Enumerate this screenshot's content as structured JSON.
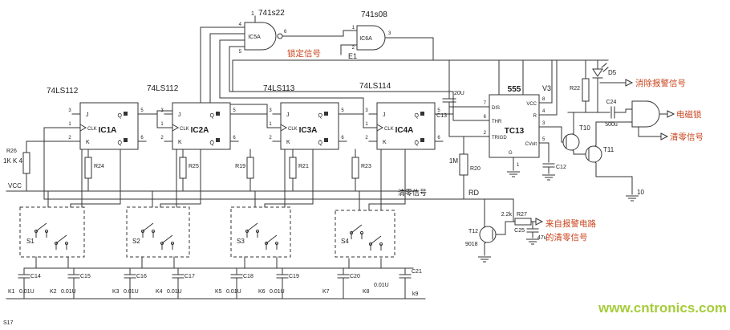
{
  "colors": {
    "wire": "#333333",
    "signal": "#c8441e",
    "watermark": "#a6cc3b"
  },
  "top": {
    "pin1": "1",
    "ic5_part": "741s22",
    "ic5_name": "IC5A",
    "ic5_pin_a": "4",
    "ic5_pin_b": "5",
    "ic5_pin_out": "6",
    "lock_signal": "锁定信号",
    "ic6_part": "741s08",
    "ic6_name": "IC6A",
    "ic6_pin_a": "1",
    "ic6_pin_b": "2",
    "ic6_pin_out": "3",
    "e1": "E1"
  },
  "ff": {
    "j": "J",
    "clk": "CLK",
    "k": "K",
    "q": "Q",
    "qb": "Q̄",
    "pin_left": [
      "3",
      "1",
      "2"
    ],
    "pin_right": [
      "5",
      "6"
    ],
    "list": [
      {
        "part": "74LS112",
        "name": "IC1A"
      },
      {
        "part": "74LS112",
        "name": "IC2A"
      },
      {
        "part": "74LS113",
        "name": "IC3A"
      },
      {
        "part": "74LS114",
        "name": "IC4A"
      }
    ]
  },
  "timer": {
    "part": "555",
    "name": "TC13",
    "v3": "V3",
    "pins": {
      "dis": "DIS",
      "thr": "THR",
      "trig": "TRIGD",
      "vcc": "VCC",
      "r": "R",
      "cvolt": "CVolt",
      "g": "G"
    },
    "nums": {
      "dis": "7",
      "thr": "6",
      "trig": "2",
      "vcc": "8",
      "r": "4",
      "out": "3",
      "cvolt": "5",
      "g": "1"
    },
    "c13": "C13",
    "c13_val": "20U",
    "c12": "C12",
    "r20": "R20",
    "r20_val": "1M"
  },
  "right": {
    "d5": "D5",
    "r22": "R22",
    "t10": "T10",
    "t11": "T11",
    "clear_alarm": "消除报警信号",
    "maglock": "电磁锁",
    "reset": "清零信号",
    "c24": "C24",
    "c24_val": "500u",
    "n10": "10"
  },
  "mid": {
    "clear": "清零信号",
    "rd": "RD",
    "vcc": "VCC",
    "r26": "R26",
    "r26_val": "1K",
    "r26_note": "K 4",
    "r24": "R24",
    "r25": "R25",
    "r19": "R19",
    "r21": "R21",
    "r23": "R23"
  },
  "bottom": {
    "switches": [
      "S1",
      "S2",
      "S3",
      "S4"
    ],
    "caps": [
      "C14",
      "C15",
      "C16",
      "C17",
      "C18",
      "C19",
      "C20",
      "C21"
    ],
    "cap_val": "0.01U",
    "keys": [
      "K1",
      "K2",
      "K3",
      "K4",
      "K5",
      "K6",
      "K7",
      "K8",
      "k9"
    ],
    "t12": "T12",
    "t12_part": "9018",
    "r27": "R27",
    "r27_val": "2.2k",
    "c25": "C25",
    "c25_val": "47u",
    "from_alarm_line1": "来自报警电路",
    "from_alarm_line2": "的清零信号",
    "corner": "S17"
  },
  "watermark": "www.cntronics.com"
}
